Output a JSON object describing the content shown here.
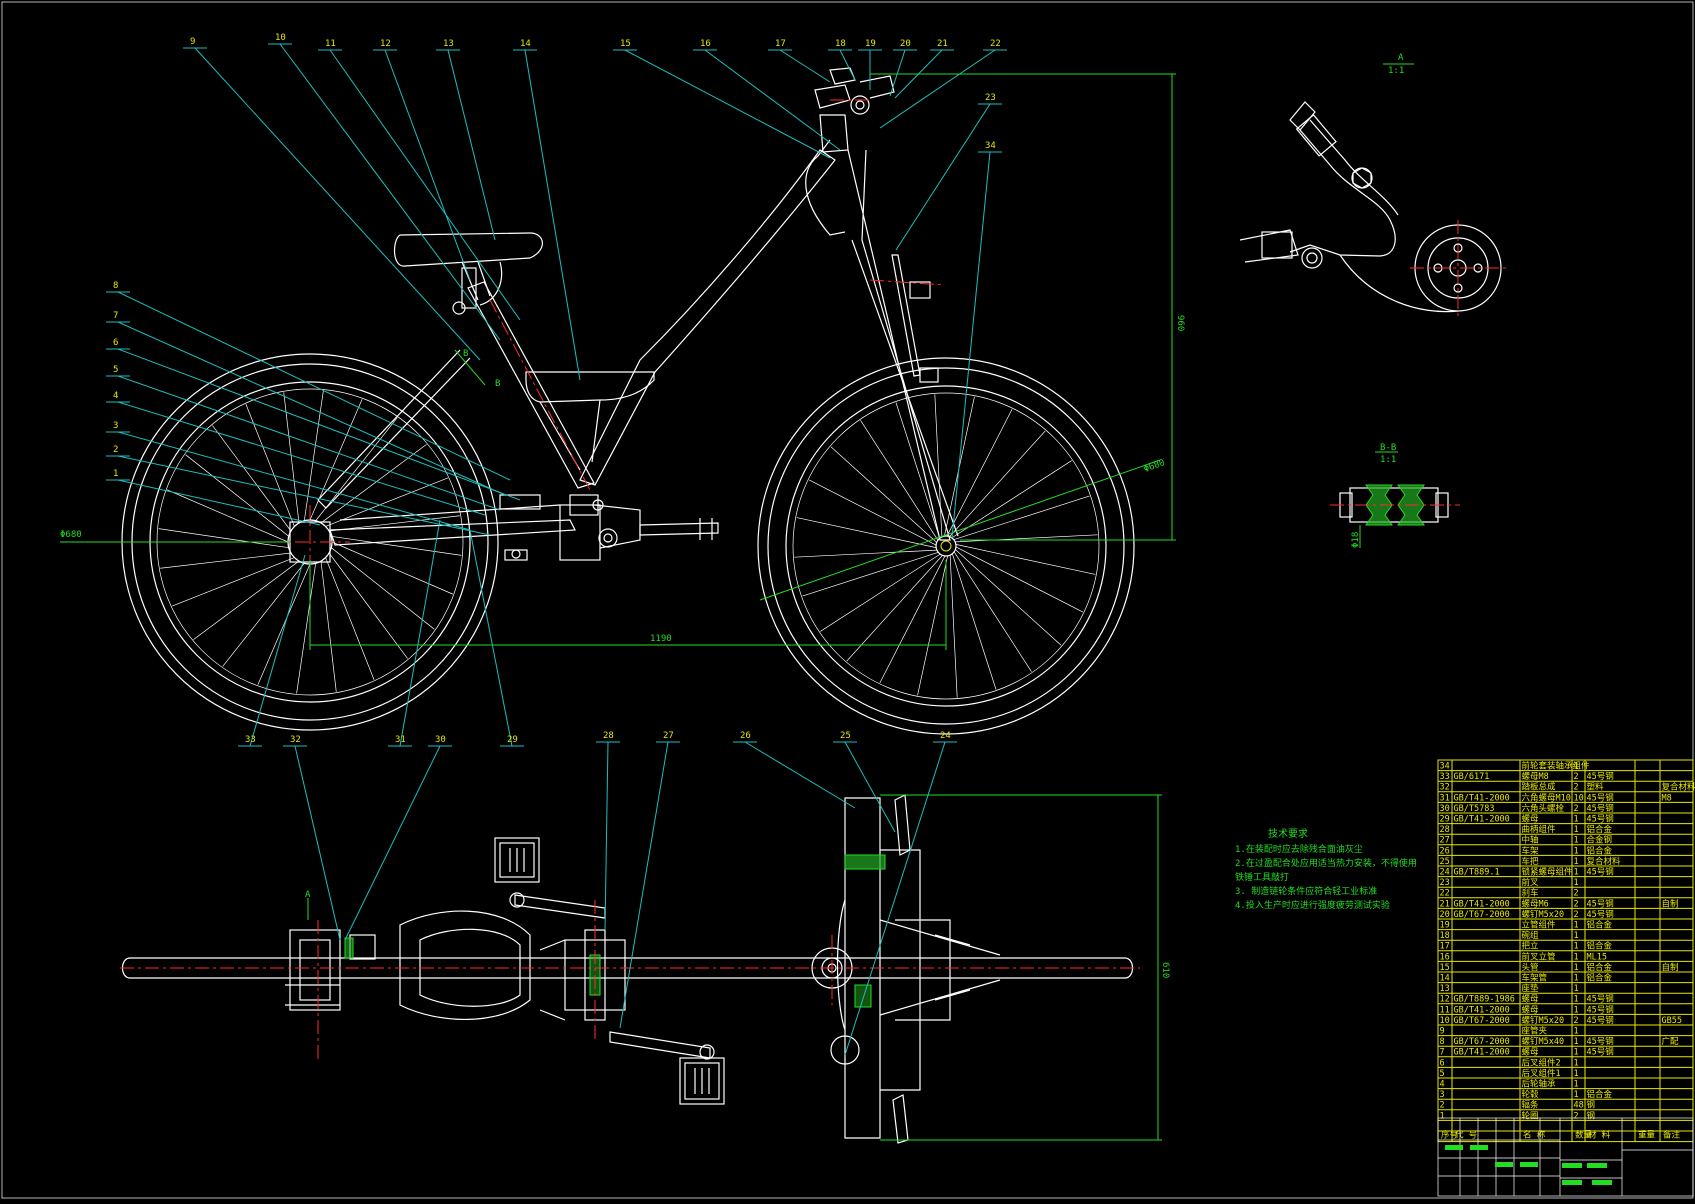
{
  "drawing": {
    "section_a": {
      "title": "A",
      "scale": "1:1"
    },
    "section_b": {
      "title": "B-B",
      "scale": "1:1",
      "dim": "Φ18"
    },
    "dims": {
      "wheelbase": "1190",
      "height": "960",
      "wheel_dia": "Φ680",
      "wheel_dia_front": "Φ680",
      "width": "610"
    },
    "cut_markers": {
      "a": "A",
      "b1": "B",
      "b2": "B"
    },
    "balloons": [
      "9",
      "10",
      "11",
      "12",
      "13",
      "14",
      "15",
      "16",
      "17",
      "18",
      "19",
      "20",
      "21",
      "22",
      "23",
      "34",
      "8",
      "7",
      "6",
      "5",
      "4",
      "3",
      "2",
      "1",
      "33",
      "32",
      "30",
      "29",
      "31",
      "28",
      "27",
      "26",
      "25",
      "24"
    ]
  },
  "tech_req": {
    "title": "技术要求",
    "lines": [
      "1.在装配时应去除残合面油灰尘",
      "2.在过盈配合处应用适当热力安装，不得使用",
      "  铁锤工具敲打",
      "3. 制造链轮条件应符合轻工业标准",
      "4.投入生产时应进行强度疲劳测试实验"
    ]
  },
  "bom": {
    "header": [
      "序号",
      "代 号",
      "名 称",
      "数量",
      "材 料",
      "重量",
      "备注"
    ],
    "rows": [
      {
        "no": "34",
        "code": "",
        "name": "前轮套装轴承组件",
        "qty": "1",
        "mat": "",
        "note": ""
      },
      {
        "no": "33",
        "code": "GB/6171",
        "name": "螺母M8",
        "qty": "2",
        "mat": "45号钢",
        "note": ""
      },
      {
        "no": "32",
        "code": "",
        "name": "踏板总成",
        "qty": "2",
        "mat": "塑料",
        "note": "复合材料"
      },
      {
        "no": "31",
        "code": "GB/T41-2000",
        "name": "六角螺母M10",
        "qty": "10",
        "mat": "45号钢",
        "note": "M8"
      },
      {
        "no": "30",
        "code": "GB/T5783",
        "name": "六角头螺栓",
        "qty": "2",
        "mat": "45号钢",
        "note": ""
      },
      {
        "no": "29",
        "code": "GB/T41-2000",
        "name": "螺母",
        "qty": "1",
        "mat": "45号钢",
        "note": ""
      },
      {
        "no": "28",
        "code": "",
        "name": "曲柄组件",
        "qty": "1",
        "mat": "铝合金",
        "note": ""
      },
      {
        "no": "27",
        "code": "",
        "name": "中轴",
        "qty": "1",
        "mat": "合金钢",
        "note": ""
      },
      {
        "no": "26",
        "code": "",
        "name": "车架",
        "qty": "1",
        "mat": "铝合金",
        "note": ""
      },
      {
        "no": "25",
        "code": "",
        "name": "车把",
        "qty": "1",
        "mat": "复合材料",
        "note": ""
      },
      {
        "no": "24",
        "code": "GB/T889.1",
        "name": "锁紧螺母组件",
        "qty": "1",
        "mat": "45号钢",
        "note": ""
      },
      {
        "no": "23",
        "code": "",
        "name": "前叉",
        "qty": "1",
        "mat": "",
        "note": ""
      },
      {
        "no": "22",
        "code": "",
        "name": "刹车",
        "qty": "2",
        "mat": "",
        "note": ""
      },
      {
        "no": "21",
        "code": "GB/T41-2000",
        "name": "螺母M6",
        "qty": "2",
        "mat": "45号钢",
        "note": "自制"
      },
      {
        "no": "20",
        "code": "GB/T67-2000",
        "name": "螺钉M5x20",
        "qty": "2",
        "mat": "45号钢",
        "note": ""
      },
      {
        "no": "19",
        "code": "",
        "name": "立管组件",
        "qty": "1",
        "mat": "铝合金",
        "note": ""
      },
      {
        "no": "18",
        "code": "",
        "name": "碗组",
        "qty": "1",
        "mat": "",
        "note": ""
      },
      {
        "no": "17",
        "code": "",
        "name": "把立",
        "qty": "1",
        "mat": "铝合金",
        "note": ""
      },
      {
        "no": "16",
        "code": "",
        "name": "前叉立管",
        "qty": "1",
        "mat": "ML15",
        "note": ""
      },
      {
        "no": "15",
        "code": "",
        "name": "头管",
        "qty": "1",
        "mat": "铝合金",
        "note": "自制"
      },
      {
        "no": "14",
        "code": "",
        "name": "车架管",
        "qty": "1",
        "mat": "铝合金",
        "note": ""
      },
      {
        "no": "13",
        "code": "",
        "name": "座垫",
        "qty": "1",
        "mat": "",
        "note": ""
      },
      {
        "no": "12",
        "code": "GB/T889-1986",
        "name": "螺母",
        "qty": "1",
        "mat": "45号钢",
        "note": ""
      },
      {
        "no": "11",
        "code": "GB/T41-2000",
        "name": "螺母",
        "qty": "1",
        "mat": "45号钢",
        "note": ""
      },
      {
        "no": "10",
        "code": "GB/T67-2000",
        "name": "螺钉M5x20",
        "qty": "2",
        "mat": "45号钢",
        "note": "GB55"
      },
      {
        "no": "9",
        "code": "",
        "name": "座管夹",
        "qty": "1",
        "mat": "",
        "note": ""
      },
      {
        "no": "8",
        "code": "GB/T67-2000",
        "name": "螺钉M5x40",
        "qty": "1",
        "mat": "45号钢",
        "note": "广配"
      },
      {
        "no": "7",
        "code": "GB/T41-2000",
        "name": "螺母",
        "qty": "1",
        "mat": "45号钢",
        "note": ""
      },
      {
        "no": "6",
        "code": "",
        "name": "后叉组件2",
        "qty": "1",
        "mat": "",
        "note": ""
      },
      {
        "no": "5",
        "code": "",
        "name": "后叉组件1",
        "qty": "1",
        "mat": "",
        "note": ""
      },
      {
        "no": "4",
        "code": "",
        "name": "后轮轴承",
        "qty": "1",
        "mat": "",
        "note": ""
      },
      {
        "no": "3",
        "code": "",
        "name": "轮毂",
        "qty": "1",
        "mat": "铝合金",
        "note": ""
      },
      {
        "no": "2",
        "code": "",
        "name": "辐条",
        "qty": "48",
        "mat": "钢",
        "note": ""
      },
      {
        "no": "1",
        "code": "",
        "name": "轮圈",
        "qty": "2",
        "mat": "钢",
        "note": ""
      }
    ]
  },
  "colors": {
    "background": "#000000",
    "geometry": "#ffffff",
    "leader": "#1bbfbf",
    "dimension": "#22dd22",
    "centerline": "#ff2a2a",
    "text": "#e8e800"
  }
}
